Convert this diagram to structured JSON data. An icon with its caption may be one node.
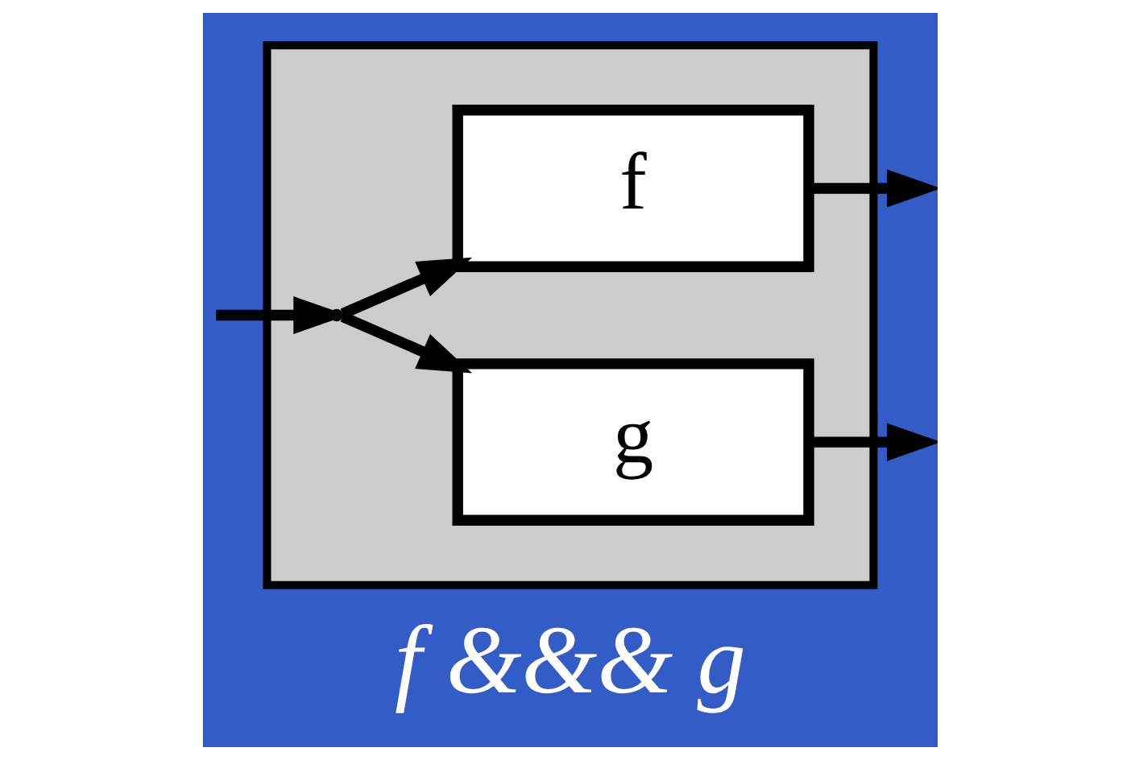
{
  "diagram": {
    "caption": "f &&& g",
    "nodes": [
      {
        "text": [],
        "shape": "box"
      },
      {
        "text": [
          "f"
        ],
        "in": 0
      },
      {
        "text": [
          "g"
        ],
        "in": 0
      },
      {
        "text": [],
        "shape": "point",
        "in": 0
      }
    ],
    "edges": [
      {
        "from": null,
        "to": 3,
        "arrow": "to"
      },
      {
        "from": 3,
        "to": 1,
        "arrow": "to"
      },
      {
        "from": 3,
        "to": 2,
        "arrow": "to"
      },
      {
        "from": 1,
        "to": null,
        "arrow": "to"
      },
      {
        "from": 2,
        "to": null,
        "arrow": "to"
      }
    ]
  }
}
